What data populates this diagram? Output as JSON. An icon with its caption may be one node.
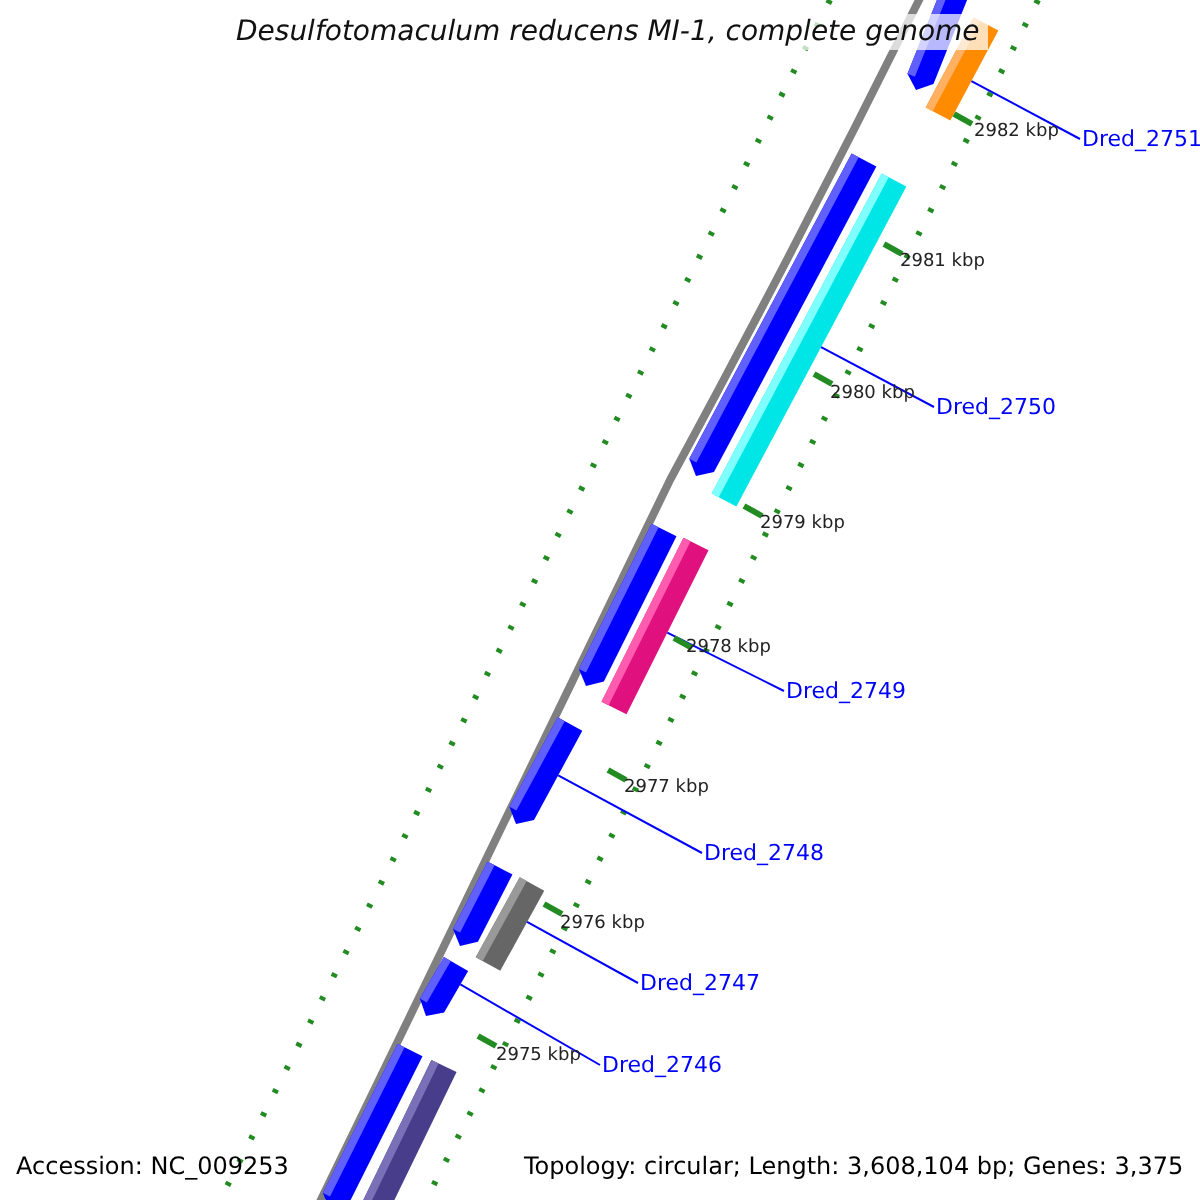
{
  "diagram": {
    "title": "Desulfotomaculum reducens MI-1, complete genome",
    "nodes": [
      {
        "text": [],
        "shape": "arrow"
      },
      {
        "text": [],
        "shape": "bar"
      },
      {
        "text": [],
        "shape": "arrow"
      },
      {
        "text": [],
        "shape": "bar"
      },
      {
        "text": [],
        "shape": "arrow"
      },
      {
        "text": [],
        "shape": "bar"
      },
      {
        "text": [],
        "shape": "arrow"
      },
      {
        "text": [],
        "shape": "arrow"
      },
      {
        "text": [],
        "shape": "bar"
      },
      {
        "text": [],
        "shape": "arrow"
      },
      {
        "text": [],
        "shape": "arrow"
      },
      {
        "text": [],
        "shape": "bar"
      },
      {
        "text": [
          "Dred_2751"
        ]
      },
      {
        "text": [
          "Dred_2750"
        ]
      },
      {
        "text": [
          "Dred_2749"
        ]
      },
      {
        "text": [
          "Dred_2748"
        ]
      },
      {
        "text": [
          "Dred_2747"
        ]
      },
      {
        "text": [
          "Dred_2746"
        ]
      }
    ],
    "edges": [
      {
        "from": 12,
        "to": 1,
        "arrow": "none"
      },
      {
        "from": 13,
        "to": 3,
        "arrow": "none"
      },
      {
        "from": 14,
        "to": 5,
        "arrow": "none"
      },
      {
        "from": 15,
        "to": 6,
        "arrow": "none"
      },
      {
        "from": 16,
        "to": 8,
        "arrow": "none"
      },
      {
        "from": 17,
        "to": 9,
        "arrow": "none"
      }
    ],
    "labels": [
      "2982 kbp",
      "2981 kbp",
      "2980 kbp",
      "2979 kbp",
      "2978 kbp",
      "2977 kbp",
      "2976 kbp",
      "2975 kbp",
      "Accession: NC_009253",
      "Topology: circular; Length: 3,608,104 bp; Genes: 3,375"
    ]
  }
}
